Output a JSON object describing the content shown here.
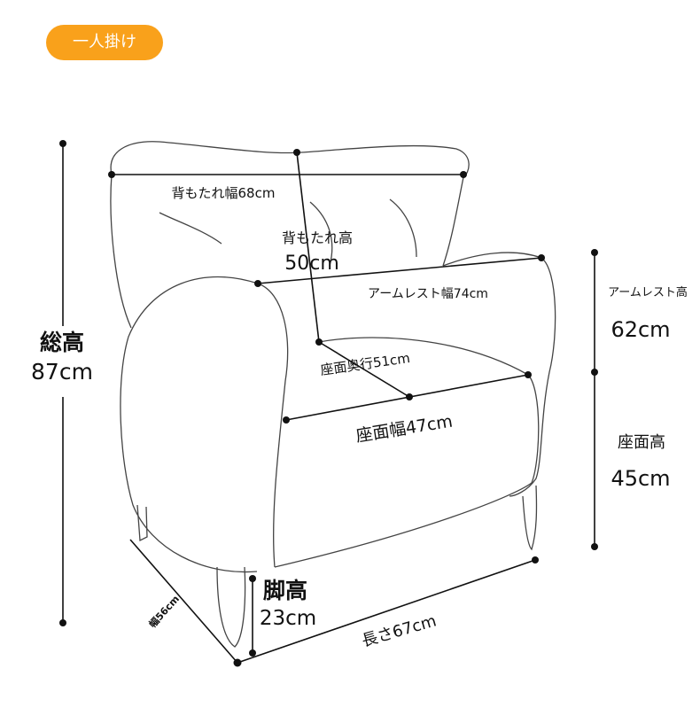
{
  "badge": {
    "label": "一人掛け",
    "color": "#F9A11B"
  },
  "dimensions": {
    "total_height": {
      "label": "総高",
      "value": "87cm"
    },
    "backrest_width": {
      "label": "背もたれ幅68cm"
    },
    "backrest_height": {
      "label": "背もたれ高",
      "value": "50cm"
    },
    "armrest_width": {
      "label": "アームレスト幅74cm"
    },
    "armrest_height": {
      "label": "アームレスト高",
      "value": "62cm"
    },
    "seat_depth": {
      "label": "座面奥行51cm"
    },
    "seat_width": {
      "label": "座面幅47cm"
    },
    "seat_height": {
      "label": "座面高",
      "value": "45cm"
    },
    "leg_height": {
      "label": "脚高",
      "value": "23cm"
    },
    "length": {
      "label": "長さ67cm"
    },
    "width": {
      "label": "幅56cm"
    }
  }
}
